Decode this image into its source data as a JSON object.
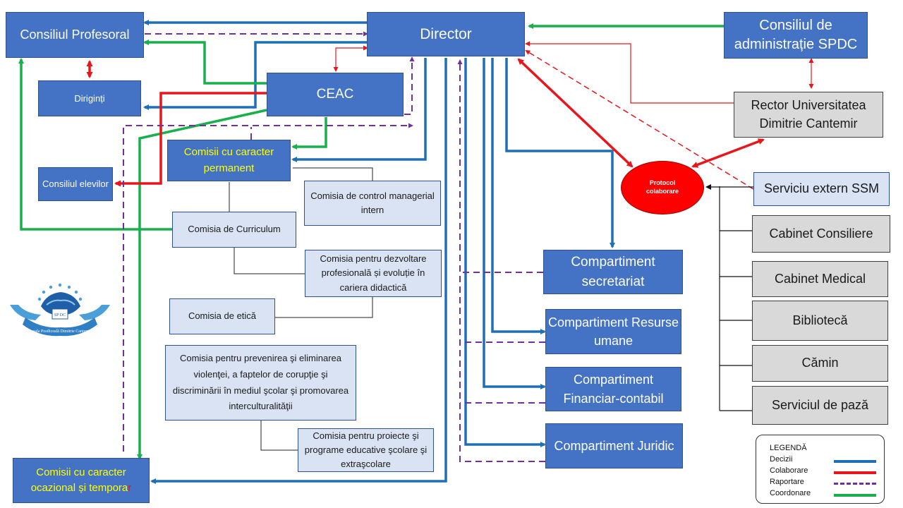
{
  "nodes": {
    "director": "Director",
    "consiliul_profesoral": "Consiliul Profesoral",
    "consiliul_administratie": "Consiliul de administrație SPDC",
    "rector": "Rector Universitatea Dimitrie Cantemir",
    "diriginti": "Diriginți",
    "ceac": "CEAC",
    "consiliul_elevilor": "Consiliul elevilor",
    "comisii_permanent": "Comisii cu caracter permanent",
    "comisia_control": "Comisia de  control managerial intern",
    "comisia_curriculum": "Comisia de Curriculum",
    "comisia_dezvoltare": "Comisia pentru dezvoltare profesională și evoluție în cariera didactică",
    "comisia_etica": "Comisia de etică",
    "comisia_violenta": "Comisia pentru prevenirea şi eliminarea violenţei, a faptelor de corupţie şi discriminării în mediul şcolar şi promovarea interculturalităţii",
    "comisia_proiecte": "Comisia pentru proiecte şi programe educative şcolare şi  extraşcolare",
    "comisii_ocazional": "Comisii cu caracter ocazional și tempora",
    "comisii_ocazional_last": "r",
    "protocol": "Protocol colaborare",
    "serviciu_ssm": "Serviciu extern SSM",
    "cabinet_consiliere": "Cabinet Consiliere",
    "cabinet_medical": "Cabinet Medical",
    "biblioteca": "Bibliotecă",
    "camin": "Cămin",
    "serviciul_paza": "Serviciul de pază",
    "comp_secretariat": "Compartiment secretariat",
    "comp_resurse": "Compartiment Resurse umane",
    "comp_financiar": "Compartiment Financiar-contabil",
    "comp_juridic": "Compartiment Juridic"
  },
  "logo": {
    "text": "Școala Postliceală Dimitrie Cantemir",
    "initials": "SP DC"
  },
  "legend": {
    "title": "LEGENDĂ",
    "items": [
      {
        "label": "Decizii",
        "color": "#1f6fb5",
        "style": "solid"
      },
      {
        "label": "Colaborare",
        "color": "#e8151b",
        "style": "solid"
      },
      {
        "label": "Raportare",
        "color": "#7030a0",
        "style": "dashed"
      },
      {
        "label": "Coordonare",
        "color": "#17b04a",
        "style": "solid"
      }
    ]
  },
  "colors": {
    "decizii": "#1f6fb5",
    "colaborare": "#e8151b",
    "raportare": "#7030a0",
    "coordonare": "#17b04a",
    "box_blue": "#4472c4",
    "box_light": "#dae3f3",
    "box_gray": "#d9d9d9",
    "highlight_text": "#ffff00"
  }
}
